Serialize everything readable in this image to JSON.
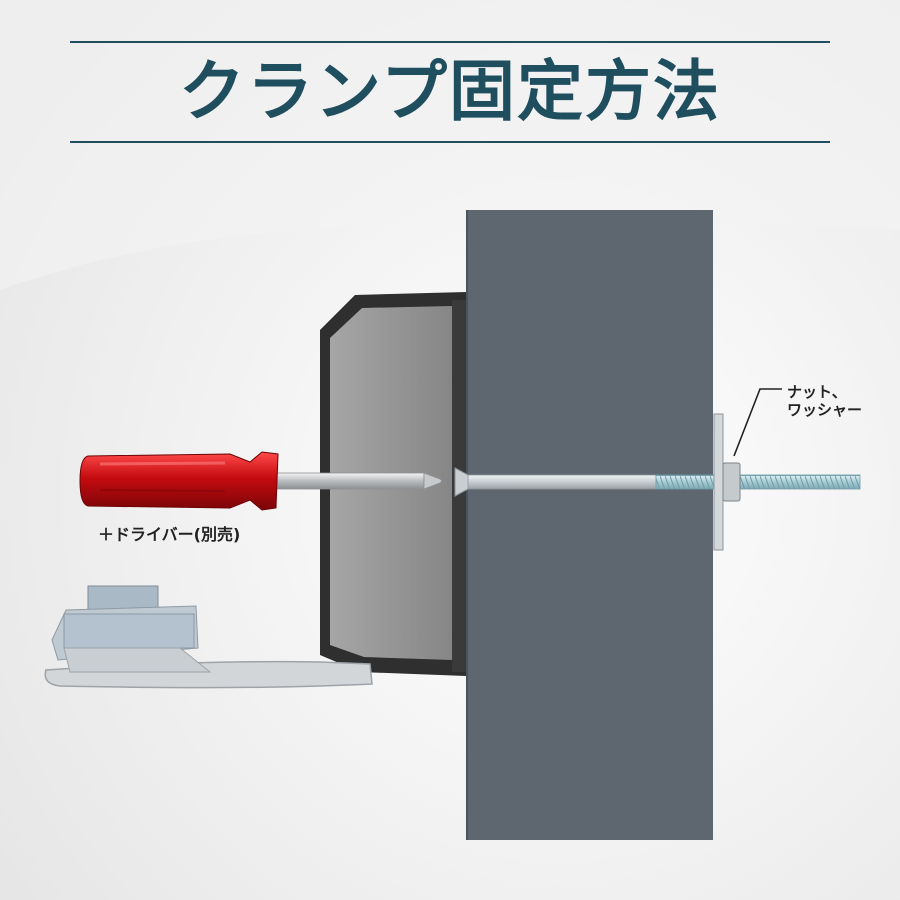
{
  "title": "クランプ固定方法",
  "labels": {
    "driver": "＋ドライバー(別売)",
    "nut_line1": "ナット、",
    "nut_line2": "ワッシャー"
  },
  "colors": {
    "title": "#1f4e5f",
    "wall": "#5e6770",
    "clamp_frame": "#2f2f2f",
    "clamp_body": "#8f8f8f",
    "handle": "#c00d12",
    "bolt": "#d9dde0",
    "thread": "#9fc6cf"
  },
  "icons": [
    "screwdriver-icon",
    "bolt-icon",
    "nut-icon",
    "washer-icon",
    "clamp-icon"
  ]
}
